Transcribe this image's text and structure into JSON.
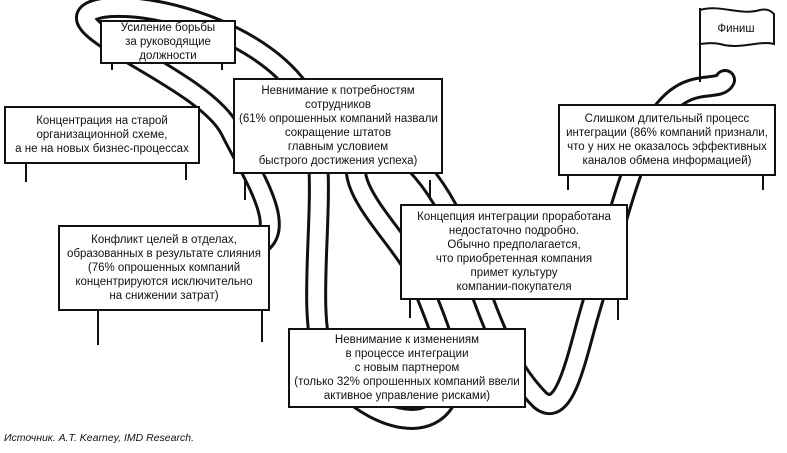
{
  "finish_label": "Финиш",
  "source": "Источник. A.T. Kearney, IMD Research.",
  "boxes": {
    "b1": [
      "Усиление борьбы",
      "за руководящие",
      "должности"
    ],
    "b2": [
      "Концентрация на старой",
      "организационной схеме,",
      "а не на новых бизнес-процессах"
    ],
    "b3": [
      "Невнимание к потребностям",
      "сотрудников",
      "(61% опрошенных компаний назвали",
      "сокращение штатов",
      "главным условием",
      "быстрого достижения успеха)"
    ],
    "b4": [
      "Конфликт целей в отделах,",
      "образованных в результате слияния",
      "(76% опрошенных компаний",
      "концентрируются исключительно",
      "на снижении затрат)"
    ],
    "b5": [
      "Концепция интеграции проработана",
      "недостаточно подробно.",
      "Обычно предполагается,",
      "что приобретенная компания",
      "примет культуру",
      "компании-покупателя"
    ],
    "b6": [
      "Невнимание к изменениям",
      "в процессе интеграции",
      "с новым партнером",
      "(только 32% опрошенных компаний ввели",
      "активное управление рисками)"
    ],
    "b7": [
      "Слишком длительный процесс",
      "интеграции (86% компаний признали,",
      "что у них не оказалось эффективных",
      "каналов обмена информацией)"
    ]
  }
}
